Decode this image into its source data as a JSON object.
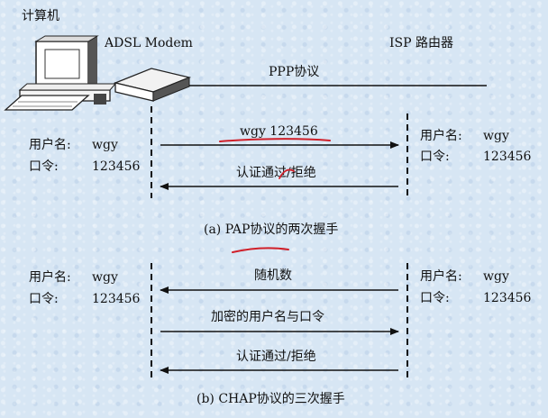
{
  "labels": {
    "computer": "计算机",
    "modem": "ADSL Modem",
    "isp_router": "ISP 路由器",
    "ppp_link": "PPP协议"
  },
  "pap": {
    "client": {
      "user_label": "用户名:",
      "user_value": "wgy",
      "pwd_label": "口令:",
      "pwd_value": "123456"
    },
    "server": {
      "user_label": "用户名:",
      "user_value": "wgy",
      "pwd_label": "口令:",
      "pwd_value": "123456"
    },
    "messages": [
      {
        "text": "wgy 123456",
        "direction": "right"
      },
      {
        "text": "认证通过/拒绝",
        "direction": "left"
      }
    ],
    "caption": "(a)  PAP协议的两次握手"
  },
  "chap": {
    "client": {
      "user_label": "用户名:",
      "user_value": "wgy",
      "pwd_label": "口令:",
      "pwd_value": "123456"
    },
    "server": {
      "user_label": "用户名:",
      "user_value": "wgy",
      "pwd_label": "口令:",
      "pwd_value": "123456"
    },
    "messages": [
      {
        "text": "随机数",
        "direction": "left"
      },
      {
        "text": "加密的用户名与口令",
        "direction": "right"
      },
      {
        "text": "认证通过/拒绝",
        "direction": "left"
      }
    ],
    "caption": "(b)  CHAP协议的三次握手"
  },
  "annotation_color": "#d0202a"
}
